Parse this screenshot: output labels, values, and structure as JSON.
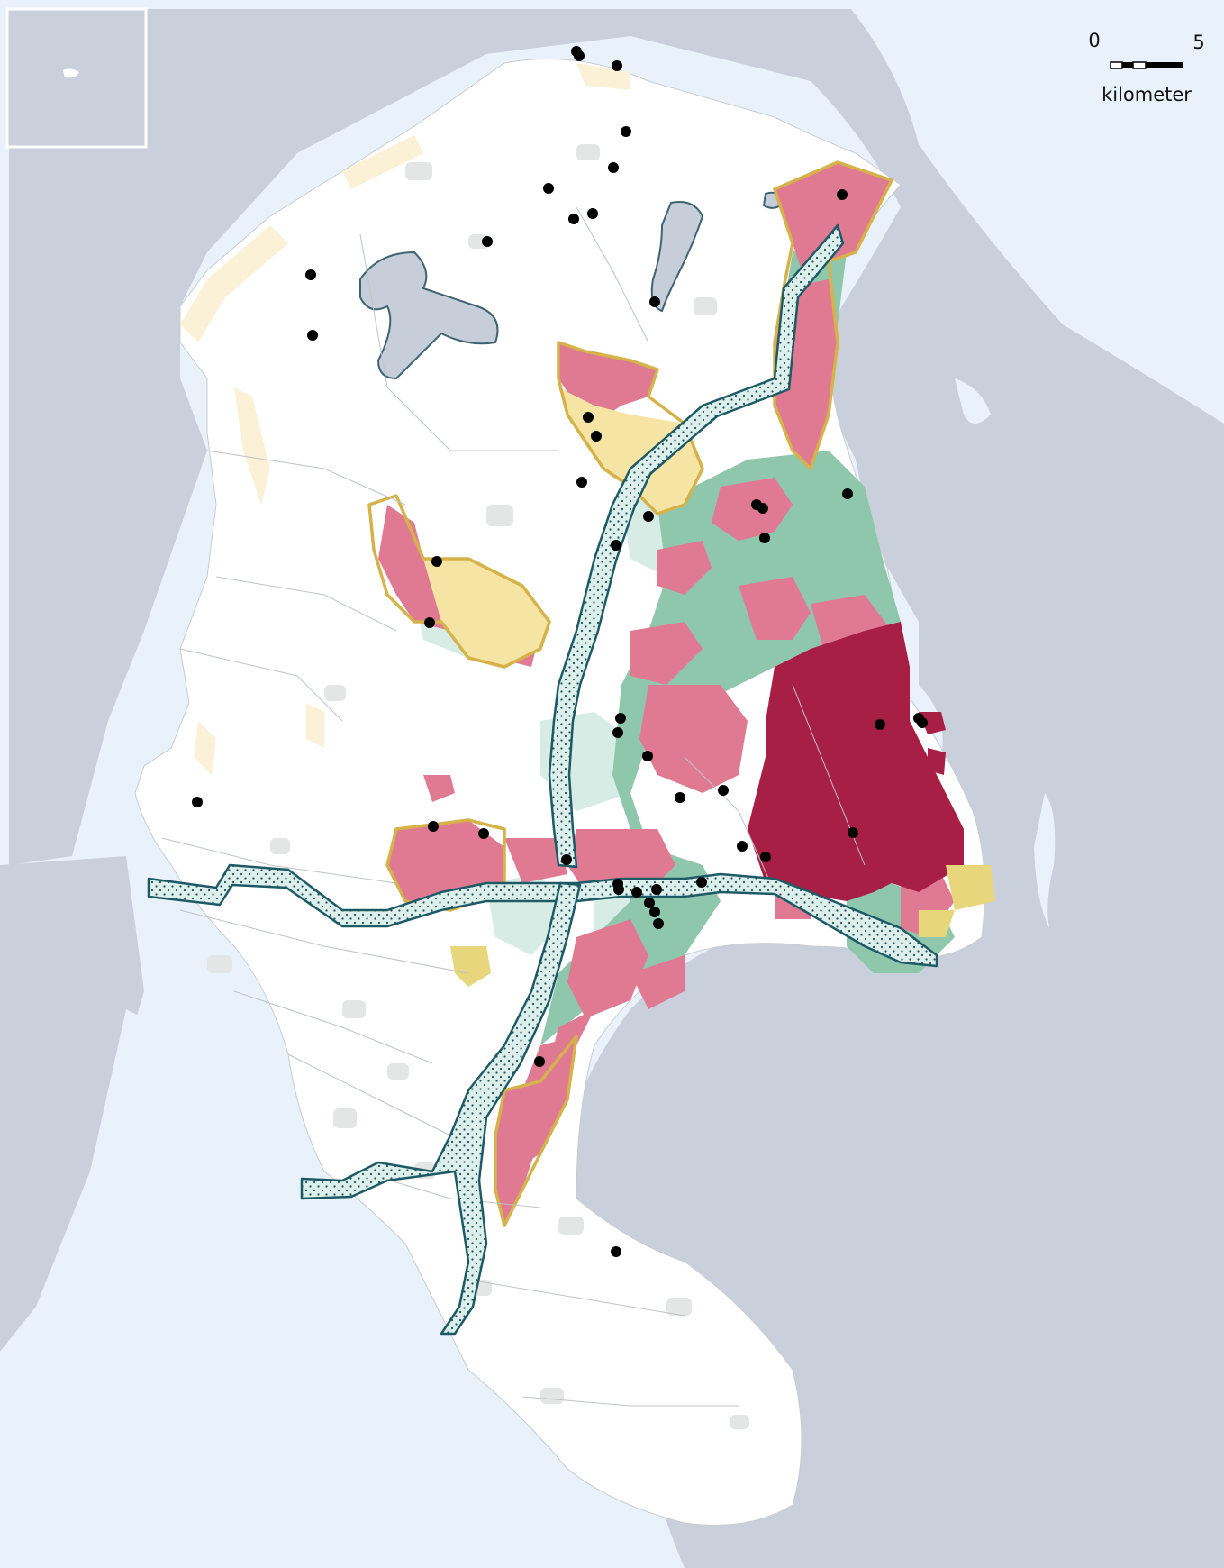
{
  "colors": {
    "sea_light": "#e9f1fa",
    "sea_dark": "#c9d0dc",
    "land": "#ffffff",
    "lake": "#c7ceda",
    "lake_stroke": "#3d6470",
    "settlement_grey": "#e5e6e6",
    "coast_sand": "#fbf1d6",
    "urban_pink": "#e07a92",
    "urban_dark": "#a81f45",
    "green": "#8fc7ad",
    "light_green": "#d6ece4",
    "yellow": "#e7d67b",
    "yellow_zone": "#f5e4a4",
    "outline_gold": "#d6b24a",
    "corridor_stroke": "#1e5a66",
    "corridor_fill": "#d9ece8",
    "point": "#000000",
    "municipal_border": "#bfc3c6"
  },
  "scale_bar": {
    "label_start": "0",
    "label_end": "5",
    "unit": "kilometer"
  },
  "inset": {
    "description_label": ""
  },
  "legend_points": {
    "symbol": "filled-circle"
  }
}
